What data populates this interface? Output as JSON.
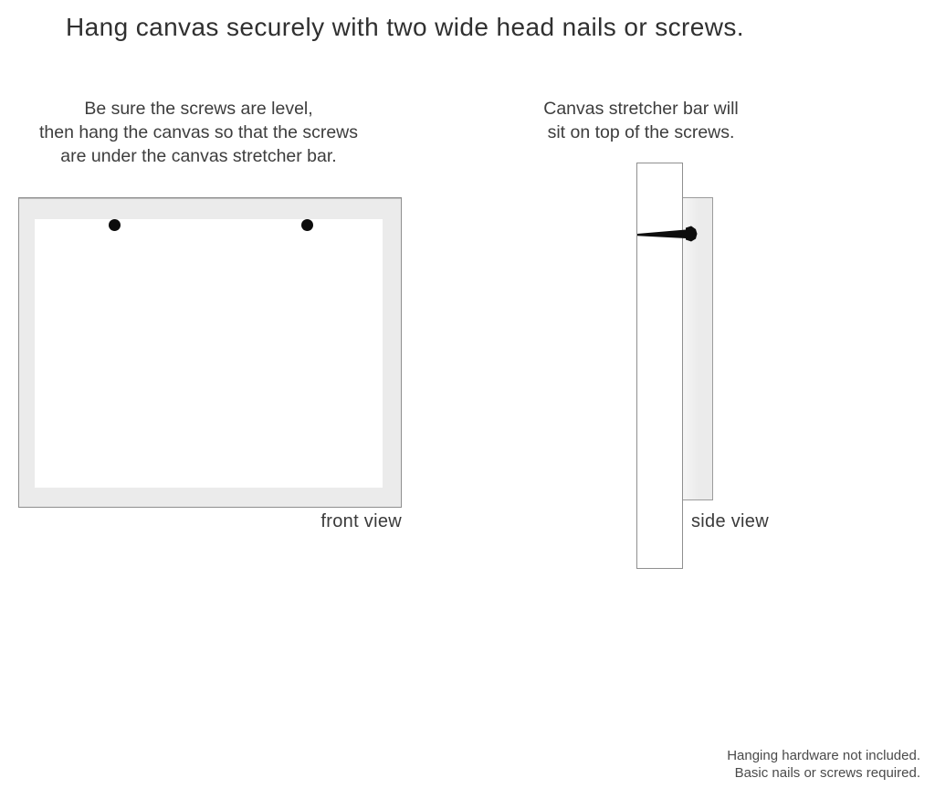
{
  "title": "Hang canvas securely with two wide head nails or screws.",
  "instructions": {
    "left": {
      "line1": "Be sure the screws are level,",
      "line2": "then hang the canvas so that the screws",
      "line3": "are under the canvas stretcher bar."
    },
    "right": {
      "line1": "Canvas stretcher bar will",
      "line2": "sit on top of the screws."
    }
  },
  "front_view": {
    "label": "front view",
    "nail_count": 2
  },
  "side_view": {
    "label": "side view"
  },
  "footer": {
    "line1": "Hanging hardware not included.",
    "line2": "Basic nails or screws required."
  },
  "colors": {
    "canvas_gray": "#ebebeb",
    "border_gray": "#8f8f8f",
    "text": "#3f3f3f",
    "nail_black": "#0d0d0d"
  }
}
